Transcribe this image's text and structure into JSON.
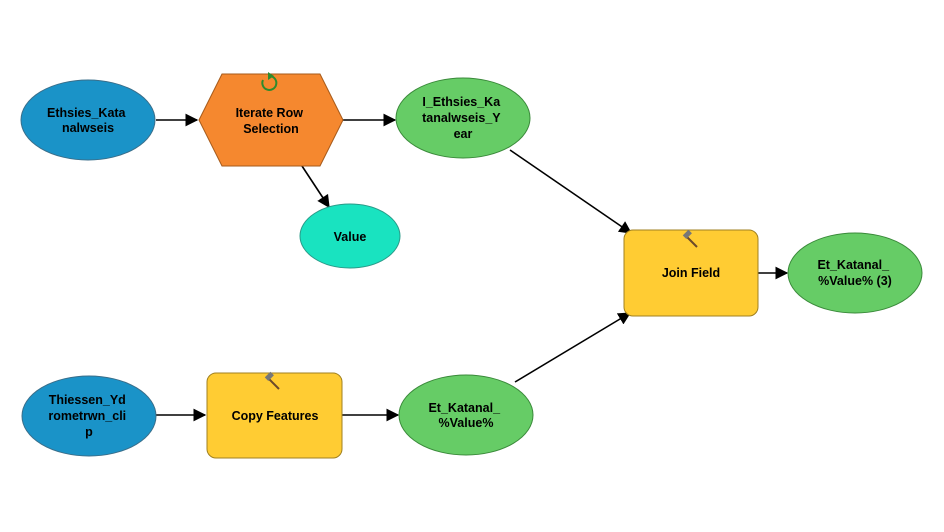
{
  "diagram": {
    "nodes": {
      "ethsies_katanalwseis": {
        "label_lines": [
          "Ethsies_Kata",
          "nalwseis"
        ],
        "kind": "input-data",
        "color": "#1a93c8"
      },
      "iterate_row_selection": {
        "label_lines": [
          "Iterate Row",
          "Selection"
        ],
        "kind": "iterator",
        "color": "#f5882f",
        "icon": "iterate-cycle-icon"
      },
      "value": {
        "label_lines": [
          "Value"
        ],
        "kind": "parameter",
        "color": "#19e3c0"
      },
      "i_ethsies_year": {
        "label_lines": [
          "I_Ethsies_Ka",
          "tanalwseis_Y",
          "ear"
        ],
        "kind": "derived-data",
        "color": "#66cc66"
      },
      "join_field": {
        "label_lines": [
          "Join Field"
        ],
        "kind": "tool",
        "color": "#ffcc33",
        "icon": "hammer-icon"
      },
      "et_katanal_value_3": {
        "label_lines": [
          "Et_Katanal_",
          "%Value% (3)"
        ],
        "kind": "derived-data",
        "color": "#66cc66"
      },
      "thiessen_ydrometrwn_clip": {
        "label_lines": [
          "Thiessen_Yd",
          "rometrwn_cli",
          "p"
        ],
        "kind": "input-data",
        "color": "#1a93c8"
      },
      "copy_features": {
        "label_lines": [
          "Copy Features"
        ],
        "kind": "tool",
        "color": "#ffcc33",
        "icon": "hammer-icon"
      },
      "et_katanal_value": {
        "label_lines": [
          "Et_Katanal_",
          "%Value%"
        ],
        "kind": "derived-data",
        "color": "#66cc66"
      }
    },
    "edges": [
      {
        "from": "ethsies_katanalwseis",
        "to": "iterate_row_selection"
      },
      {
        "from": "iterate_row_selection",
        "to": "i_ethsies_year"
      },
      {
        "from": "iterate_row_selection",
        "to": "value"
      },
      {
        "from": "i_ethsies_year",
        "to": "join_field"
      },
      {
        "from": "join_field",
        "to": "et_katanal_value_3"
      },
      {
        "from": "thiessen_ydrometrwn_clip",
        "to": "copy_features"
      },
      {
        "from": "copy_features",
        "to": "et_katanal_value"
      },
      {
        "from": "et_katanal_value",
        "to": "join_field"
      }
    ]
  }
}
